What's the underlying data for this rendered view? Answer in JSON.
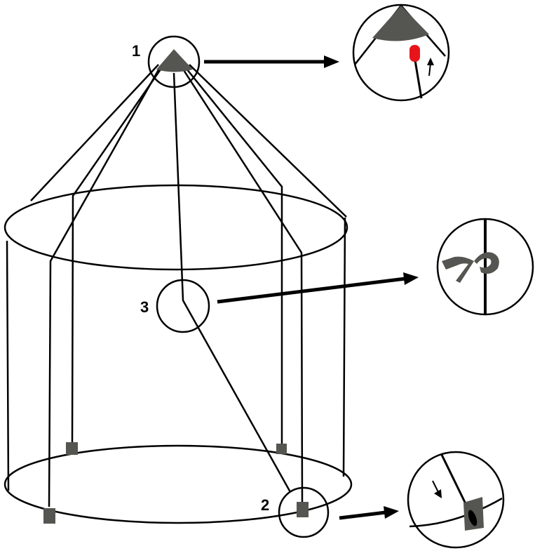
{
  "callouts": [
    {
      "number": "1"
    },
    {
      "number": "2"
    },
    {
      "number": "3"
    }
  ],
  "colors": {
    "line": "#000000",
    "cap": "#555551",
    "weight": "#555551",
    "tie": "#555551",
    "marker": "#e8141c"
  },
  "icons": [
    "canopy-cap",
    "corner-weight",
    "ribbon-tie",
    "red-marker",
    "arrow"
  ]
}
